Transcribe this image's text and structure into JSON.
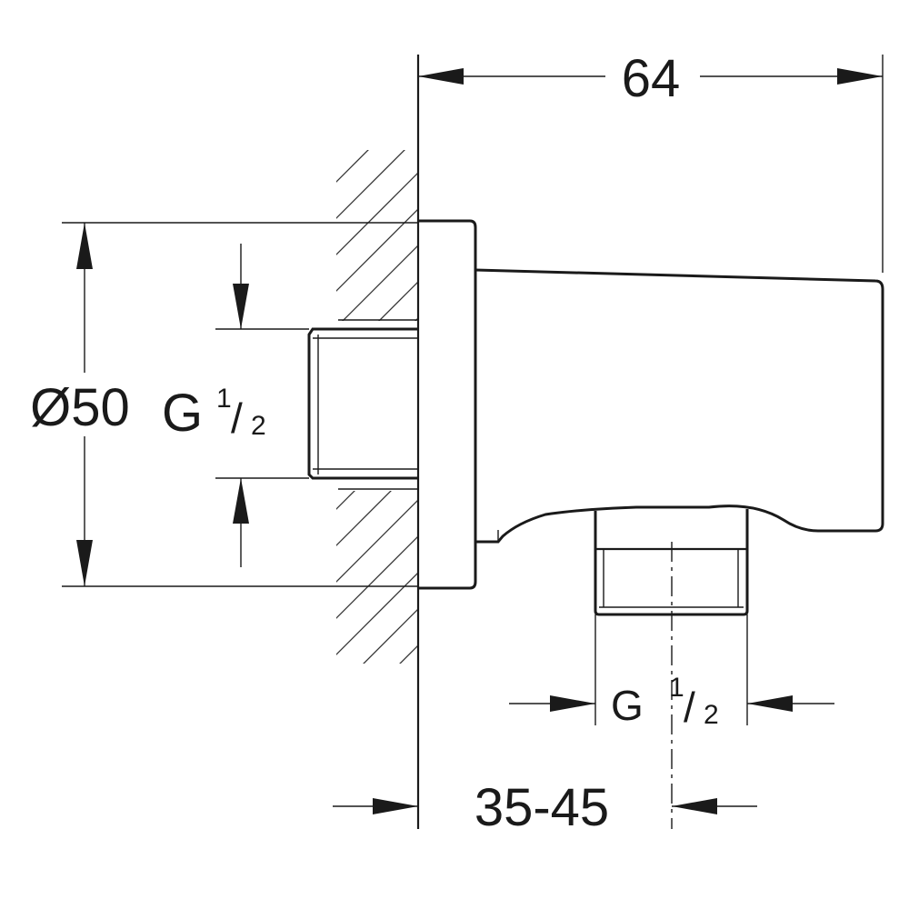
{
  "colors": {
    "ink": "#1a1a1a",
    "background": "#ffffff"
  },
  "dimensions": {
    "overall_length": "64",
    "diameter": "Ø50",
    "wall_thread": {
      "letter": "G",
      "numerator": "1",
      "slash": "/",
      "denominator": "2"
    },
    "outlet_thread": {
      "letter": "G",
      "numerator": "1",
      "slash": "/",
      "denominator": "2"
    },
    "wall_depth": "35-45"
  }
}
